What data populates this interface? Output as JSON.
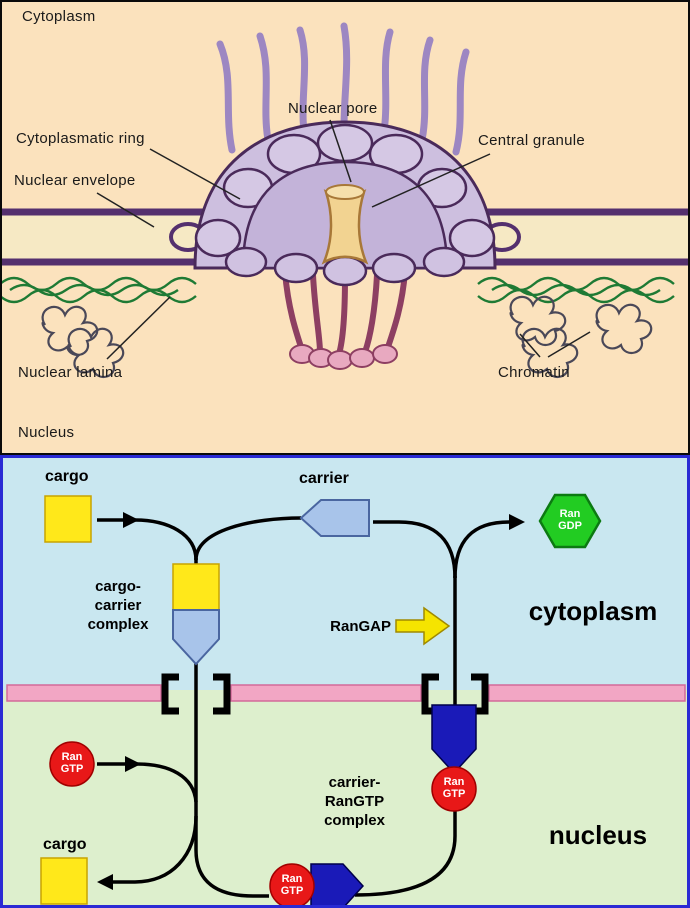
{
  "top_panel": {
    "region_labels": {
      "cytoplasm": "Cytoplasm",
      "nucleus": "Nucleus"
    },
    "callouts": {
      "nuclear_pore": "Nuclear pore",
      "cytoplasmatic_ring": "Cytoplasmatic ring",
      "central_granule": "Central granule",
      "nuclear_envelope": "Nuclear envelope",
      "nuclear_lamina": "Nuclear lamina",
      "chromatin": "Chromatin"
    },
    "colors": {
      "background": "#fbe2bd",
      "pore_body": "#cdbfdf",
      "pore_outline": "#4a2a5a",
      "central_granule": "#f2d391",
      "envelope_fill": "#f6e9c4",
      "envelope_outline": "#54306e",
      "lamina_green": "#1e7a34",
      "basket_pink": "#8d3f62",
      "basket_blob": "#e8a9c0",
      "fibril_purple": "#9d87c2"
    }
  },
  "bottom_panel": {
    "region_labels": {
      "cytoplasm": "cytoplasm",
      "nucleus": "nucleus"
    },
    "molecule_labels": {
      "cargo_top": "cargo",
      "carrier": "carrier",
      "cargo_carrier_complex": "cargo-\ncarrier\ncomplex",
      "rangap": "RanGAP",
      "carrier_rangtp_complex": "carrier-\nRanGTP\ncomplex",
      "cargo_bottom": "cargo"
    },
    "badges": {
      "ran_gtp": "Ran\nGTP",
      "ran_gdp": "Ran\nGDP"
    },
    "colors": {
      "cytoplasm_bg": "#c9e7f0",
      "nucleus_bg": "#ddefcd",
      "membrane_pink": "#f2a6c4",
      "pore_bracket": "#000000",
      "cargo_yellow": "#ffe81a",
      "carrier_blue": "#a8c4ea",
      "complex_navy": "#1a1ab8",
      "ran_gtp_red": "#e81818",
      "ran_gdp_green": "#22cc22",
      "rangap_arrow_yellow": "#f5e400",
      "panel_border_blue": "#2a2ad4"
    }
  }
}
